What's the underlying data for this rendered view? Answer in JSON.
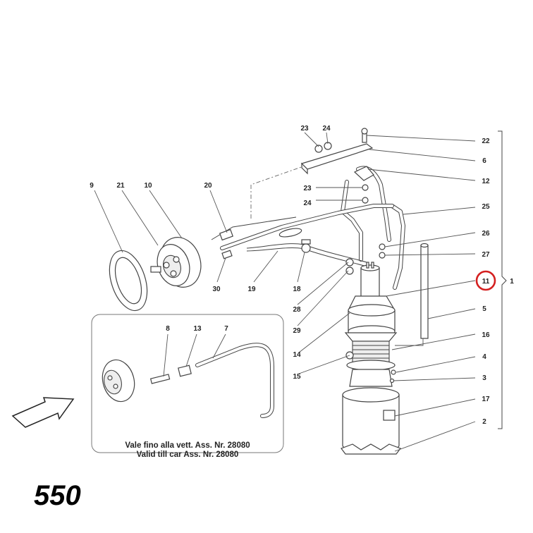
{
  "diagram": {
    "model": "550",
    "note_line1": "Vale fino alla vett. Ass. Nr. 28080",
    "note_line2": "Valid till car Ass. Nr. 28080",
    "highlight_color": "#d42020",
    "highlighted_callout": "11",
    "callouts": {
      "c23a": "23",
      "c24a": "24",
      "c22": "22",
      "c6": "6",
      "c12": "12",
      "c23b": "23",
      "c24b": "24",
      "c25": "25",
      "c26": "26",
      "c27": "27",
      "c11": "11",
      "c1": "1",
      "c5": "5",
      "c16": "16",
      "c4": "4",
      "c3": "3",
      "c17": "17",
      "c2": "2",
      "c9": "9",
      "c21": "21",
      "c10": "10",
      "c20": "20",
      "c30": "30",
      "c19": "19",
      "c18": "18",
      "c28": "28",
      "c29": "29",
      "c14": "14",
      "c15": "15",
      "c8": "8",
      "c13": "13",
      "c7": "7"
    }
  }
}
